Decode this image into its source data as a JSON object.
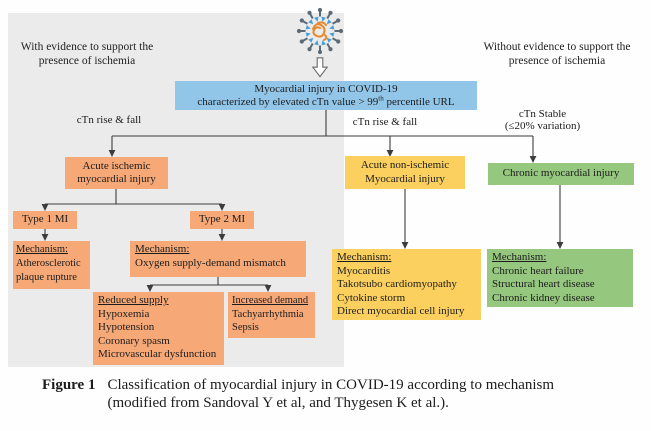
{
  "figure_caption": {
    "label": "Figure 1",
    "line1": "Classification of myocardial injury in COVID-19 according to mechanism",
    "line2": "(modified from Sandoval Y et al, and Thygesen K et al.)."
  },
  "notes": {
    "left": [
      "With evidence to support the",
      "presence of ischemia"
    ],
    "right": [
      "Without evidence to support the",
      "presence of ischemia"
    ]
  },
  "root": {
    "line1": "Myocardial injury in COVID-19",
    "line2_prefix": "characterized by elevated cTn value > 99",
    "line2_sup": "th",
    "line2_suffix": " percentile URL"
  },
  "branches": {
    "left_label": "cTn rise & fall",
    "middle_label": "cTn rise & fall",
    "right_label": [
      "cTn Stable",
      "(≤20% variation)"
    ]
  },
  "boxes": {
    "acute_ischemic": [
      "Acute ischemic",
      "myocardial injury"
    ],
    "type1_mi": "Type 1 MI",
    "type2_mi": "Type 2 MI",
    "mech_type1": {
      "title": "Mechanism:",
      "items": [
        "Atherosclerotic",
        "plaque rupture"
      ]
    },
    "mech_type2": {
      "title": "Mechanism:",
      "items": [
        "Oxygen supply-demand mismatch"
      ]
    },
    "reduced_supply": {
      "title": "Reduced supply",
      "items": [
        "Hypoxemia",
        "Hypotension",
        "Coronary spasm",
        "Microvascular dysfunction"
      ]
    },
    "increased_demand": {
      "title": "Increased demand",
      "items": [
        "Tachyarrhythmia",
        "Sepsis"
      ]
    },
    "acute_non_ischemic": [
      "Acute non-ischemic",
      "Myocardial injury"
    ],
    "mech_non_ischemic": {
      "title": "Mechanism:",
      "items": [
        "Myocarditis",
        "Takotsubo cardiomyopathy",
        "Cytokine storm",
        "Direct myocardial cell injury"
      ]
    },
    "chronic": "Chronic myocardial injury",
    "mech_chronic": {
      "title": "Mechanism:",
      "items": [
        "Chronic heart failure",
        "Structural heart disease",
        "Chronic kidney disease"
      ]
    }
  },
  "icons": {
    "virus": "coronavirus-icon",
    "arrow": "hollow-down-arrow-icon"
  },
  "colors": {
    "root_blue": "#92c6e9",
    "ischemic_orange": "#f6a877",
    "non_ischemic_yellow": "#fbd05e",
    "chronic_green": "#95c77f",
    "panel_gray": "#ebebeb",
    "line": "#3c3c3c"
  }
}
